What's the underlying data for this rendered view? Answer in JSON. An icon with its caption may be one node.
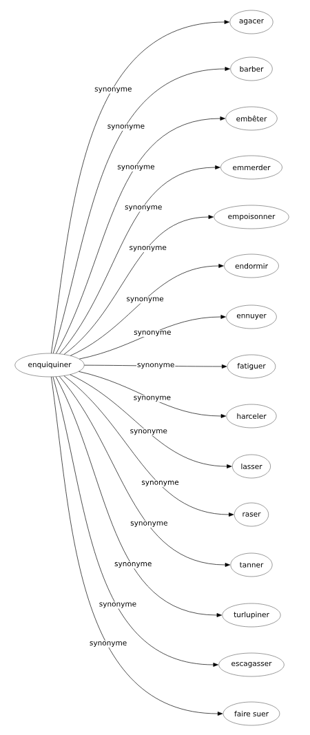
{
  "diagram": {
    "nodes": [
      {
        "text": [
          "enquiquiner"
        ]
      },
      {
        "text": [
          "agacer"
        ]
      },
      {
        "text": [
          "barber"
        ]
      },
      {
        "text": [
          "embêter"
        ]
      },
      {
        "text": [
          "emmerder"
        ]
      },
      {
        "text": [
          "empoisonner"
        ]
      },
      {
        "text": [
          "endormir"
        ]
      },
      {
        "text": [
          "ennuyer"
        ]
      },
      {
        "text": [
          "fatiguer"
        ]
      },
      {
        "text": [
          "harceler"
        ]
      },
      {
        "text": [
          "lasser"
        ]
      },
      {
        "text": [
          "raser"
        ]
      },
      {
        "text": [
          "tanner"
        ]
      },
      {
        "text": [
          "turlupiner"
        ]
      },
      {
        "text": [
          "escagasser"
        ]
      },
      {
        "text": [
          "faire suer"
        ]
      }
    ],
    "edges": [
      {
        "from": 0,
        "to": 1,
        "arrow": "to",
        "label": "synonyme"
      },
      {
        "from": 0,
        "to": 2,
        "arrow": "to",
        "label": "synonyme"
      },
      {
        "from": 0,
        "to": 3,
        "arrow": "to",
        "label": "synonyme"
      },
      {
        "from": 0,
        "to": 4,
        "arrow": "to",
        "label": "synonyme"
      },
      {
        "from": 0,
        "to": 5,
        "arrow": "to",
        "label": "synonyme"
      },
      {
        "from": 0,
        "to": 6,
        "arrow": "to",
        "label": "synonyme"
      },
      {
        "from": 0,
        "to": 7,
        "arrow": "to",
        "label": "synonyme"
      },
      {
        "from": 0,
        "to": 8,
        "arrow": "to",
        "label": "synonyme"
      },
      {
        "from": 0,
        "to": 9,
        "arrow": "to",
        "label": "synonyme"
      },
      {
        "from": 0,
        "to": 10,
        "arrow": "to",
        "label": "synonyme"
      },
      {
        "from": 0,
        "to": 11,
        "arrow": "to",
        "label": "synonyme"
      },
      {
        "from": 0,
        "to": 12,
        "arrow": "to",
        "label": "synonyme"
      },
      {
        "from": 0,
        "to": 13,
        "arrow": "to",
        "label": "synonyme"
      },
      {
        "from": 0,
        "to": 14,
        "arrow": "to",
        "label": "synonyme"
      },
      {
        "from": 0,
        "to": 15,
        "arrow": "to",
        "label": "synonyme"
      }
    ]
  }
}
